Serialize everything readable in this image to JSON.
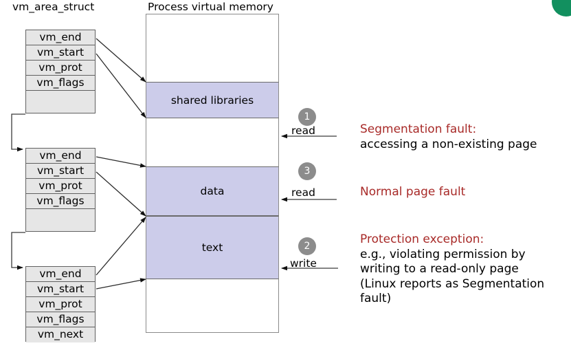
{
  "titles": {
    "struct_title": "vm_area_struct",
    "memory_title": "Process virtual memory"
  },
  "vma_blocks": [
    {
      "name": "vma-block-1",
      "fields": [
        "vm_end",
        "vm_start",
        "vm_prot",
        "vm_flags"
      ],
      "has_blank_row": true
    },
    {
      "name": "vma-block-2",
      "fields": [
        "vm_end",
        "vm_start",
        "vm_prot",
        "vm_flags"
      ],
      "has_blank_row": true
    },
    {
      "name": "vma-block-3",
      "fields": [
        "vm_end",
        "vm_start",
        "vm_prot",
        "vm_flags",
        "vm_next"
      ],
      "has_blank_row": false
    }
  ],
  "memory_segments": [
    {
      "label": "shared libraries"
    },
    {
      "label": "data"
    },
    {
      "label": "text"
    }
  ],
  "accesses": [
    {
      "badge": "1",
      "operation": "read"
    },
    {
      "badge": "3",
      "operation": "read"
    },
    {
      "badge": "2",
      "operation": "write"
    }
  ],
  "descriptions": [
    {
      "heading": "Segmentation fault:",
      "body": [
        "accessing a non-existing page"
      ]
    },
    {
      "heading": "Normal page fault",
      "body": []
    },
    {
      "heading": "Protection exception:",
      "body": [
        "e.g., violating permission by",
        "writing to a read-only page",
        "(Linux reports as Segmentation",
        "fault)"
      ]
    }
  ],
  "colors": {
    "segment_fill": "#ccccea",
    "struct_fill": "#e6e6e6",
    "heading_red": "#a82a28",
    "badge_gray": "#8c8c8c",
    "corner_green": "#12905f"
  }
}
